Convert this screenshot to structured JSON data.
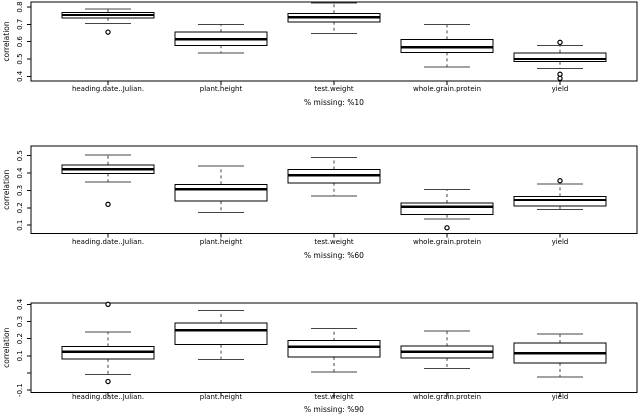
{
  "figure": {
    "background": "#ffffff",
    "line_color": "#000000",
    "whisker_color": "#444444",
    "ylabel": "correlation"
  },
  "chart_data": [
    {
      "type": "boxplot",
      "xlabel": "% missing: %10",
      "ylabel": "correlation",
      "categories": [
        "heading.date..Julian.",
        "plant.height",
        "test.weight",
        "whole.grain.protein",
        "yield"
      ],
      "yticks": [
        0.4,
        0.5,
        0.6,
        0.7,
        0.8
      ],
      "ytick_labels": [
        "0.4",
        "0.5",
        "0.6",
        "0.7",
        "0.8"
      ],
      "ylim": [
        0.373,
        0.829
      ],
      "grid": false,
      "series": [
        {
          "category": "heading.date..Julian.",
          "whisker_low": 0.705,
          "q1": 0.738,
          "median": 0.754,
          "q3": 0.769,
          "whisker_high": 0.79,
          "outliers": [
            0.655
          ]
        },
        {
          "category": "plant.height",
          "whisker_low": 0.535,
          "q1": 0.579,
          "median": 0.613,
          "q3": 0.655,
          "whisker_high": 0.7,
          "outliers": []
        },
        {
          "category": "test.weight",
          "whisker_low": 0.648,
          "q1": 0.715,
          "median": 0.74,
          "q3": 0.764,
          "whisker_high": 0.822,
          "outliers": []
        },
        {
          "category": "whole.grain.protein",
          "whisker_low": 0.455,
          "q1": 0.538,
          "median": 0.567,
          "q3": 0.613,
          "whisker_high": 0.698,
          "outliers": []
        },
        {
          "category": "yield",
          "whisker_low": 0.446,
          "q1": 0.485,
          "median": 0.5,
          "q3": 0.536,
          "whisker_high": 0.577,
          "outliers": [
            0.596,
            0.412,
            0.388
          ]
        }
      ]
    },
    {
      "type": "boxplot",
      "xlabel": "% missing: %60",
      "ylabel": "correlation",
      "categories": [
        "heading.date..Julian.",
        "plant.height",
        "test.weight",
        "whole.grain.protein",
        "yield"
      ],
      "yticks": [
        0.1,
        0.2,
        0.3,
        0.4,
        0.5
      ],
      "ytick_labels": [
        "0.1",
        "0.2",
        "0.3",
        "0.4",
        "0.5"
      ],
      "ylim": [
        0.052,
        0.556
      ],
      "grid": false,
      "series": [
        {
          "category": "heading.date..Julian.",
          "whisker_low": 0.35,
          "q1": 0.398,
          "median": 0.423,
          "q3": 0.448,
          "whisker_high": 0.503,
          "outliers": [
            0.22
          ]
        },
        {
          "category": "plant.height",
          "whisker_low": 0.173,
          "q1": 0.238,
          "median": 0.308,
          "q3": 0.335,
          "whisker_high": 0.44,
          "outliers": []
        },
        {
          "category": "test.weight",
          "whisker_low": 0.268,
          "q1": 0.344,
          "median": 0.388,
          "q3": 0.421,
          "whisker_high": 0.49,
          "outliers": []
        },
        {
          "category": "whole.grain.protein",
          "whisker_low": 0.135,
          "q1": 0.161,
          "median": 0.205,
          "q3": 0.228,
          "whisker_high": 0.305,
          "outliers": [
            0.085
          ]
        },
        {
          "category": "yield",
          "whisker_low": 0.19,
          "q1": 0.209,
          "median": 0.245,
          "q3": 0.266,
          "whisker_high": 0.338,
          "outliers": [
            0.356
          ]
        }
      ]
    },
    {
      "type": "boxplot",
      "xlabel": "% missing: %90",
      "ylabel": "correlation",
      "categories": [
        "heading.date..Julian.",
        "plant.height",
        "test.weight",
        "whole.grain.protein",
        "yield"
      ],
      "yticks": [
        -0.1,
        0.0,
        0.1,
        0.2,
        0.3,
        0.4
      ],
      "ytick_labels": [
        "-0.1",
        "",
        "0.1",
        "0.2",
        "0.3",
        "0.4"
      ],
      "ylim": [
        -0.114,
        0.408
      ],
      "grid": false,
      "series": [
        {
          "category": "heading.date..Julian.",
          "whisker_low": -0.01,
          "q1": 0.082,
          "median": 0.123,
          "q3": 0.155,
          "whisker_high": 0.24,
          "outliers": [
            0.4,
            -0.05
          ]
        },
        {
          "category": "plant.height",
          "whisker_low": 0.078,
          "q1": 0.165,
          "median": 0.249,
          "q3": 0.291,
          "whisker_high": 0.365,
          "outliers": []
        },
        {
          "category": "test.weight",
          "whisker_low": 0.005,
          "q1": 0.093,
          "median": 0.152,
          "q3": 0.188,
          "whisker_high": 0.258,
          "outliers": []
        },
        {
          "category": "whole.grain.protein",
          "whisker_low": 0.025,
          "q1": 0.088,
          "median": 0.123,
          "q3": 0.156,
          "whisker_high": 0.245,
          "outliers": []
        },
        {
          "category": "yield",
          "whisker_low": -0.025,
          "q1": 0.059,
          "median": 0.115,
          "q3": 0.175,
          "whisker_high": 0.226,
          "outliers": []
        }
      ]
    }
  ]
}
